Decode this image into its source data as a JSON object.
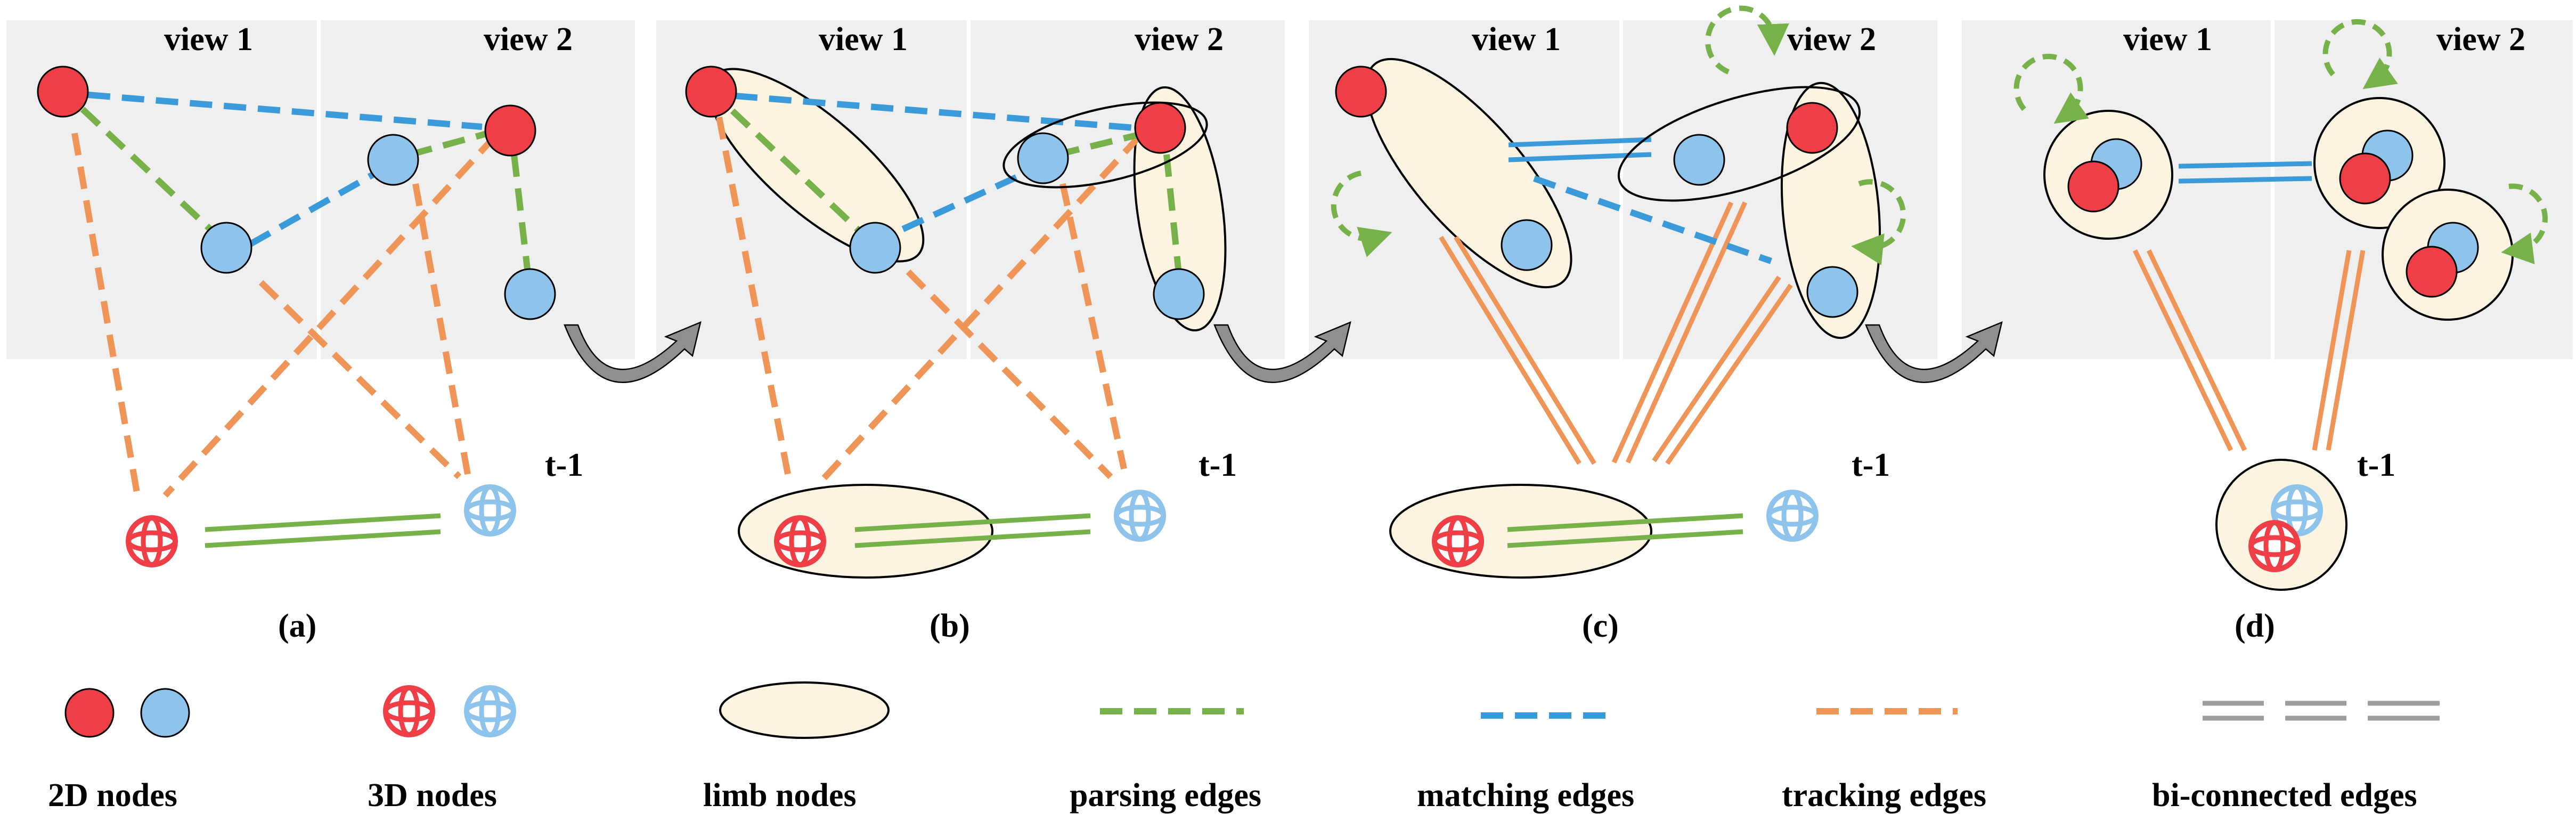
{
  "panels": {
    "a": {
      "view1": "view 1",
      "view2": "view 2",
      "prev_frame": "t-1",
      "caption": "(a)"
    },
    "b": {
      "view1": "view 1",
      "view2": "view 2",
      "prev_frame": "t-1",
      "caption": "(b)"
    },
    "c": {
      "view1": "view 1",
      "view2": "view 2",
      "prev_frame": "t-1",
      "caption": "(c)"
    },
    "d": {
      "view1": "view 1",
      "view2": "view 2",
      "prev_frame": "t-1",
      "caption": "(d)"
    }
  },
  "legend": {
    "nodes_2d": "2D nodes",
    "nodes_3d": "3D nodes",
    "limb_nodes": "limb nodes",
    "parsing_edges": "parsing edges",
    "matching_edges": "matching edges",
    "tracking_edges": "tracking edges",
    "biconnected_edges": "bi-connected edges"
  },
  "colors": {
    "red_node": "#ef3e45",
    "blue_node": "#8ec4ec",
    "parsing_edge": "#76b249",
    "matching_edge": "#3b9ad9",
    "tracking_edge": "#ef9557",
    "biconnected_edge": "#9e9e9e",
    "limb_fill": "#fcf3e0",
    "view_background": "#efefef"
  }
}
